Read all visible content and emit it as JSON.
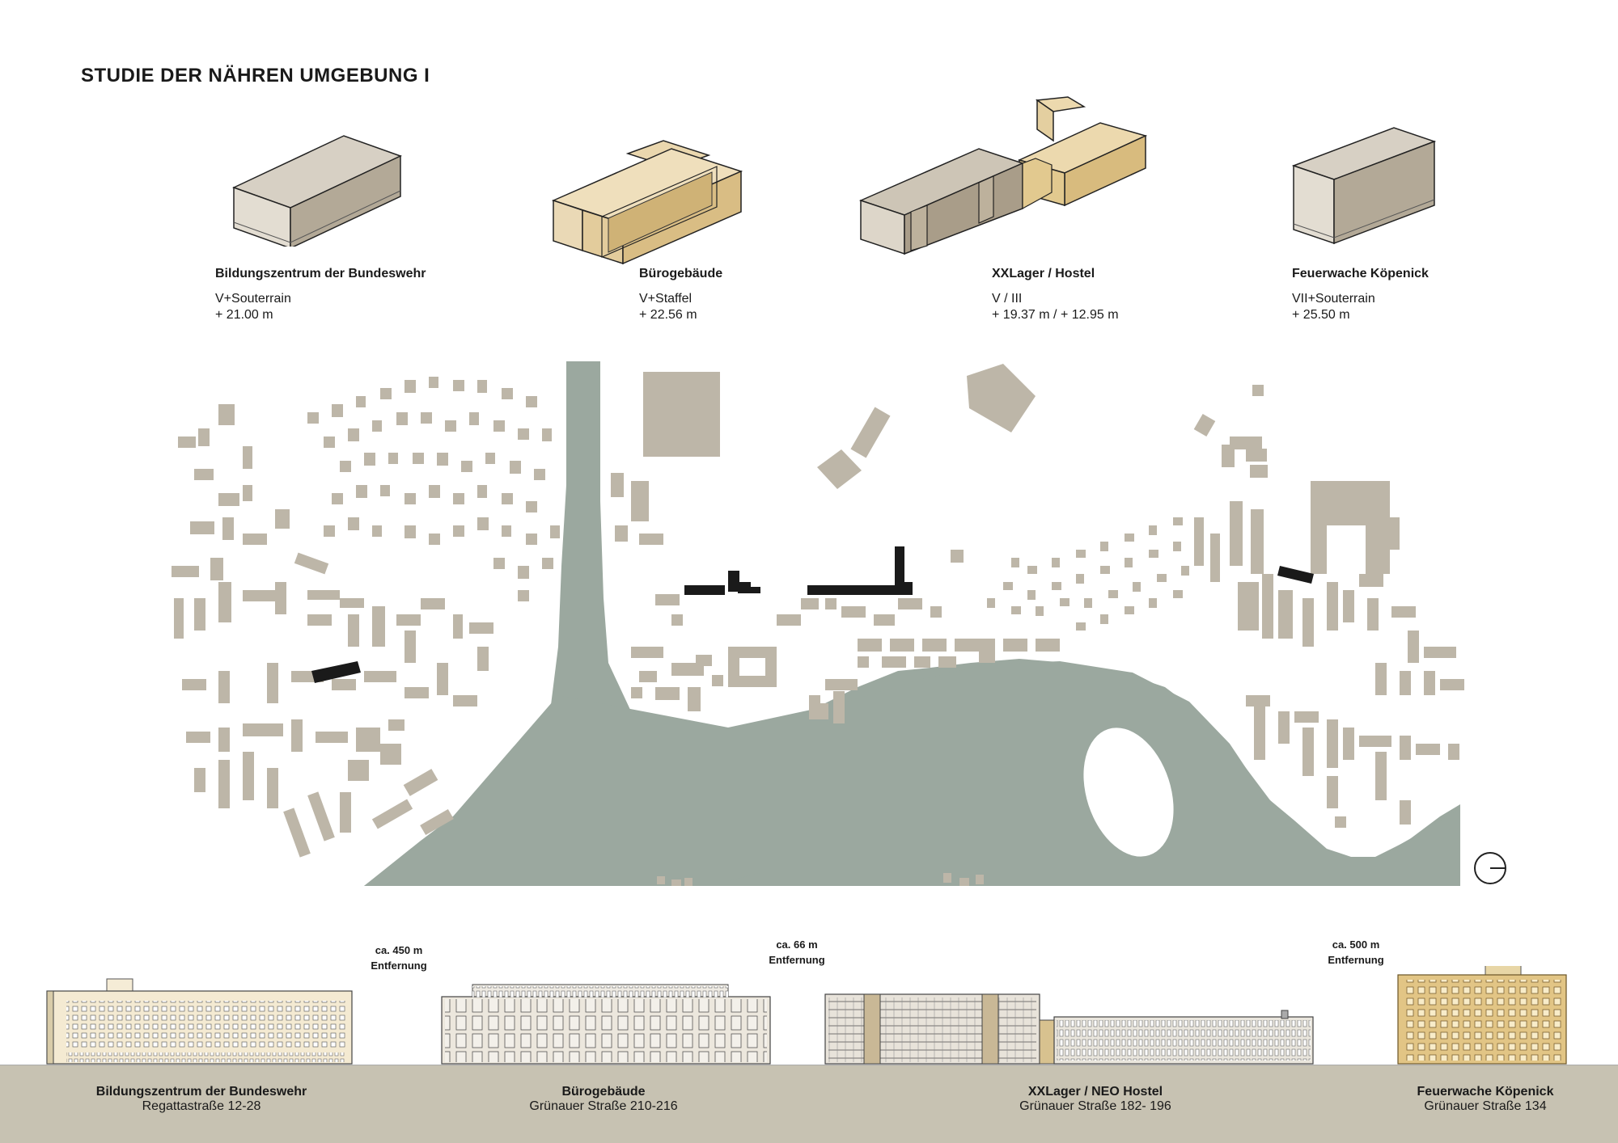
{
  "title": "STUDIE DER NÄHREN UMGEBUNG I",
  "buildings": [
    {
      "name": "Bildungszentrum der Bundeswehr",
      "line1": "V+Souterrain",
      "line2": "+ 21.00 m"
    },
    {
      "name": "Bürogebäude",
      "line1": "V+Staffel",
      "line2": "+ 22.56 m"
    },
    {
      "name": "XXLager / Hostel",
      "line1": "V / III",
      "line2": "+ 19.37 m / + 12.95 m"
    },
    {
      "name": "Feuerwache Köpenick",
      "line1": "VII+Souterrain",
      "line2": "+ 25.50 m"
    }
  ],
  "distances": [
    {
      "value": "ca. 450 m",
      "label": "Entfernung"
    },
    {
      "value": "ca. 66 m",
      "label": "Entfernung"
    },
    {
      "value": "ca. 500 m",
      "label": "Entfernung"
    }
  ],
  "elevations": [
    {
      "name": "Bildungszentrum der Bundeswehr",
      "address": "Regattastraße 12-28"
    },
    {
      "name": "Bürogebäude",
      "address": "Grünauer Straße 210-216"
    },
    {
      "name": "XXLager / NEO Hostel",
      "address": "Grünauer Straße 182- 196"
    },
    {
      "name": "Feuerwache Köpenick",
      "address": "Grünauer Straße 134"
    }
  ],
  "colors": {
    "water": "#9ba89f",
    "buildings": "#bdb6a8",
    "highlight": "#1a1a1a",
    "ground": "#c7c2b2",
    "grey_mass": "#b8ad9e",
    "yellow_mass": "#e2c997"
  }
}
